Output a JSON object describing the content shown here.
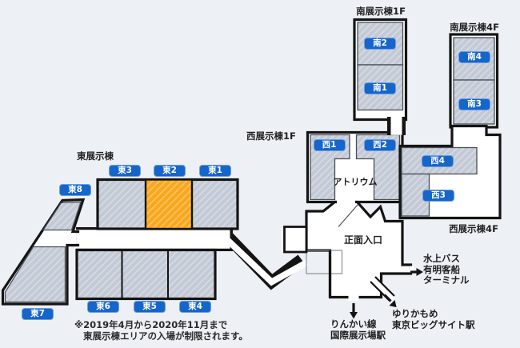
{
  "areas": {
    "east": "東展示棟",
    "south1f": "南展示棟1F",
    "south4f": "南展示棟4F",
    "west1f": "西展示棟1F",
    "west4f": "西展示棟4F",
    "atrium": "アトリウム",
    "entrance": "正面入口"
  },
  "halls": {
    "e1": "東1",
    "e2": "東2",
    "e3": "東3",
    "e4": "東4",
    "e5": "東5",
    "e6": "東6",
    "e7": "東7",
    "e8": "東8",
    "s1": "南1",
    "s2": "南2",
    "s3": "南3",
    "s4": "南4",
    "w1": "西1",
    "w2": "西2",
    "w3": "西3",
    "w4": "西4"
  },
  "highlighted_hall": "東2",
  "exits": {
    "waterbus1": "水上バス",
    "waterbus2": "有明客船",
    "waterbus3": "ターミナル",
    "yurikamome1": "ゆりかもめ",
    "yurikamome2": "東京ビッグサイト駅",
    "rinkai1": "りんかい線",
    "rinkai2": "国際展示場駅"
  },
  "note": {
    "line1": "※2019年4月から2020年11月まで",
    "line2": "東展示棟エリアの入場が制限されます。"
  },
  "colors": {
    "background": "#edf0f5",
    "outline": "#141414",
    "hall_fill": "#c3c9d5",
    "hall_stripe": "#d6dbe3",
    "highlight_fill": "#f9a720",
    "highlight_stripe": "#fcc257",
    "button_blue": "#1565cb"
  }
}
